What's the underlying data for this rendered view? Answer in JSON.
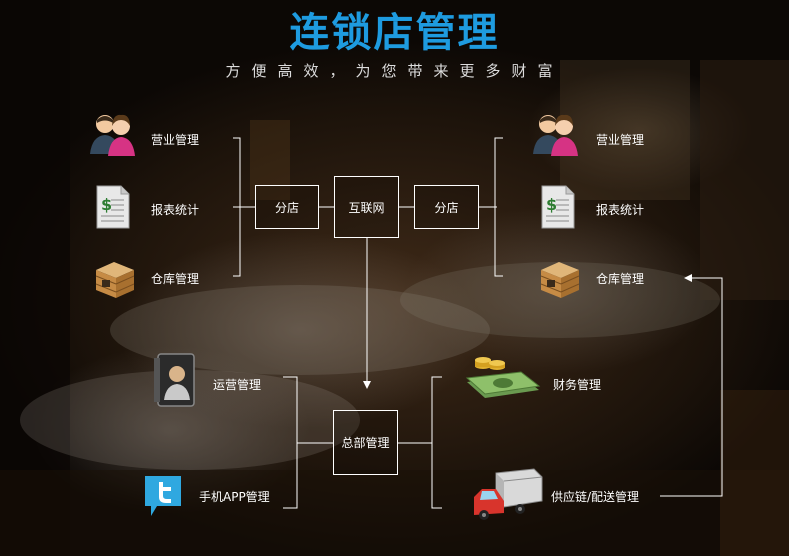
{
  "header": {
    "title": "连锁店管理",
    "subtitle": "方便高效，为您带来更多财富"
  },
  "left_branch": {
    "items": [
      {
        "label": "营业管理",
        "icon": "users-icon"
      },
      {
        "label": "报表统计",
        "icon": "report-icon"
      },
      {
        "label": "仓库管理",
        "icon": "warehouse-box-icon"
      }
    ],
    "node": "分店"
  },
  "center_node": "互联网",
  "right_branch": {
    "items": [
      {
        "label": "营业管理",
        "icon": "users-icon"
      },
      {
        "label": "报表统计",
        "icon": "report-icon"
      },
      {
        "label": "仓库管理",
        "icon": "warehouse-box-icon"
      }
    ],
    "node": "分店"
  },
  "hq": {
    "node": "总部管理",
    "left_items": [
      {
        "label": "运营管理",
        "icon": "contact-card-icon"
      },
      {
        "label": "手机APP管理",
        "icon": "twitter-bird-icon"
      }
    ],
    "right_items": [
      {
        "label": "财务管理",
        "icon": "money-icon"
      },
      {
        "label": "供应链/配送管理",
        "icon": "delivery-truck-icon"
      }
    ]
  },
  "colors": {
    "title": "#1e9be0",
    "line": "#ffffff"
  }
}
